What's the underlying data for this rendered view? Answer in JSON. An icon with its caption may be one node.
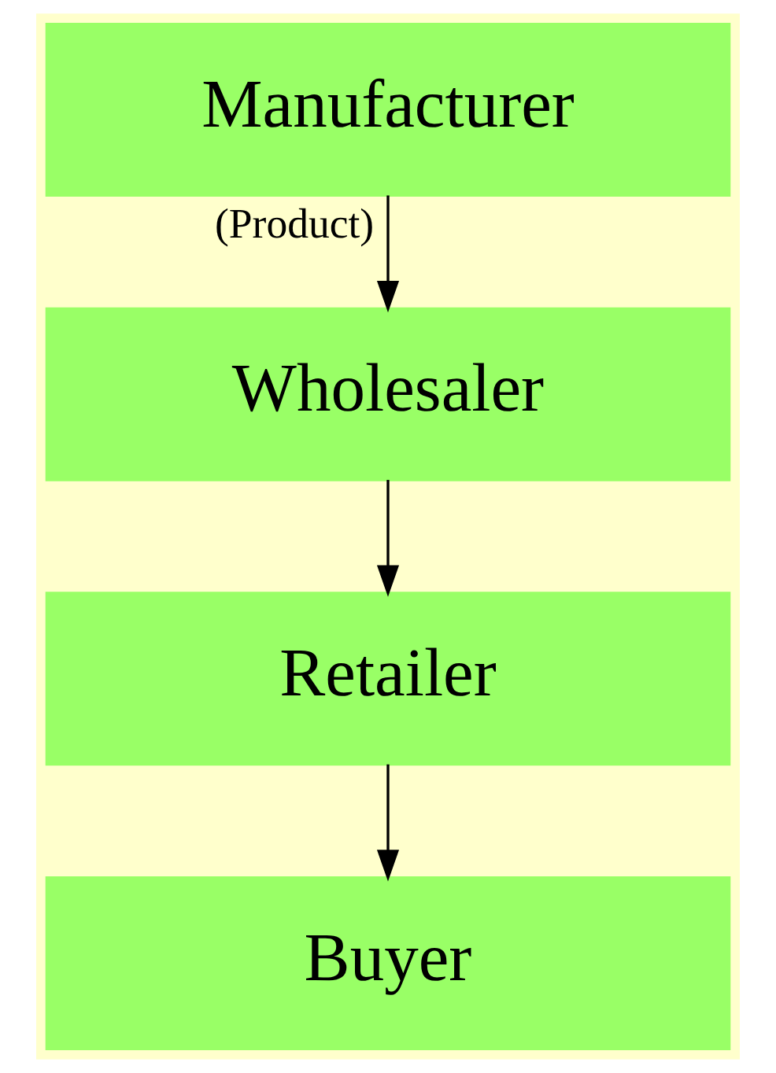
{
  "diagram": {
    "nodes": [
      {
        "text": [
          "Manufacturer"
        ]
      },
      {
        "text": [
          "Wholesaler"
        ]
      },
      {
        "text": [
          "Retailer"
        ]
      },
      {
        "text": [
          "Buyer"
        ]
      }
    ],
    "edges": [
      {
        "from": 0,
        "to": 1,
        "arrow": "to",
        "label": "(Product)"
      },
      {
        "from": 1,
        "to": 2,
        "arrow": "to"
      },
      {
        "from": 2,
        "to": 3,
        "arrow": "to"
      }
    ]
  }
}
